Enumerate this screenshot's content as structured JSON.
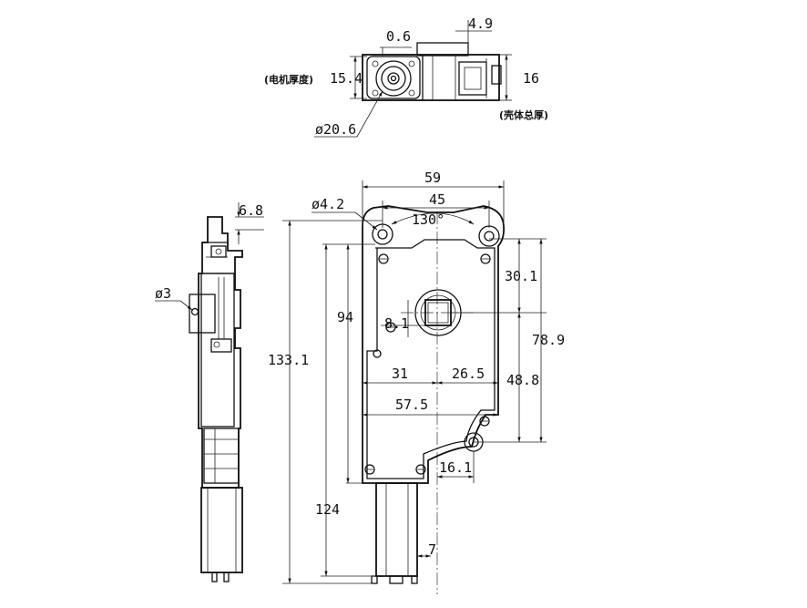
{
  "top_view": {
    "label_motor_thickness": "(电机厚度)",
    "label_shell_total": "(壳体总厚)",
    "dim_0_6": "0.6",
    "dim_4_9": "4.9",
    "dim_15_4": "15.4",
    "dim_16": "16",
    "dim_dia_20_6": "ø20.6"
  },
  "side_view": {
    "dim_6_8": "6.8",
    "dim_dia_3": "ø3"
  },
  "front_view": {
    "dim_59": "59",
    "dim_45": "45",
    "dim_dia_4_2": "ø4.2",
    "dim_130deg": "130°",
    "dim_133_1": "133.1",
    "dim_94": "94",
    "dim_124": "124",
    "dim_30_1": "30.1",
    "dim_78_9": "78.9",
    "dim_48_8": "48.8",
    "dim_8_1": "8.1",
    "dim_31": "31",
    "dim_26_5": "26.5",
    "dim_57_5": "57.5",
    "dim_16_1": "16.1",
    "dim_7": "7"
  }
}
